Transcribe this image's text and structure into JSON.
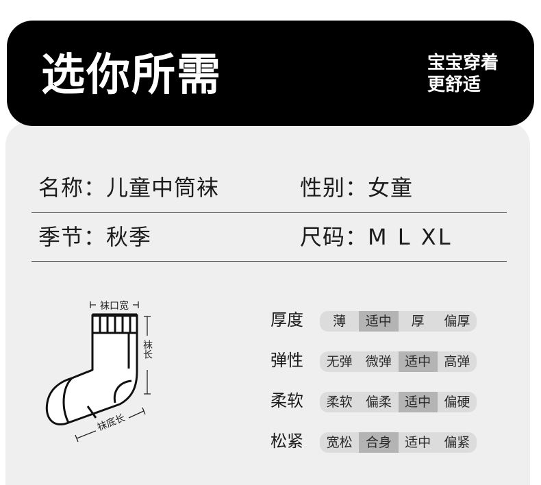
{
  "header": {
    "title": "选你所需",
    "slogan_line1": "宝宝穿着",
    "slogan_line2": "更舒适"
  },
  "info": {
    "name_label": "名称：",
    "name_value": "儿童中筒袜",
    "gender_label": "性别：",
    "gender_value": "女童",
    "season_label": "季节：",
    "season_value": "秋季",
    "size_label": "尺码：",
    "size_value": "M L XL"
  },
  "diagram": {
    "cuff_width_label": "袜口宽",
    "sock_length_label": "袜长",
    "sole_length_label": "袜底长"
  },
  "attributes": [
    {
      "label": "厚度",
      "options": [
        "薄",
        "适中",
        "厚",
        "偏厚"
      ],
      "selected": 1
    },
    {
      "label": "弹性",
      "options": [
        "无弹",
        "微弹",
        "适中",
        "高弹"
      ],
      "selected": 2
    },
    {
      "label": "柔软",
      "options": [
        "柔软",
        "偏柔",
        "适中",
        "偏硬"
      ],
      "selected": 2
    },
    {
      "label": "松紧",
      "options": [
        "宽松",
        "合身",
        "适中",
        "偏紧"
      ],
      "selected": 1
    }
  ],
  "colors": {
    "header_bg": "#000000",
    "card_bg": "#efefef",
    "pill_bg": "#dcdcdc",
    "selected_bg": "#b4b4b4"
  }
}
